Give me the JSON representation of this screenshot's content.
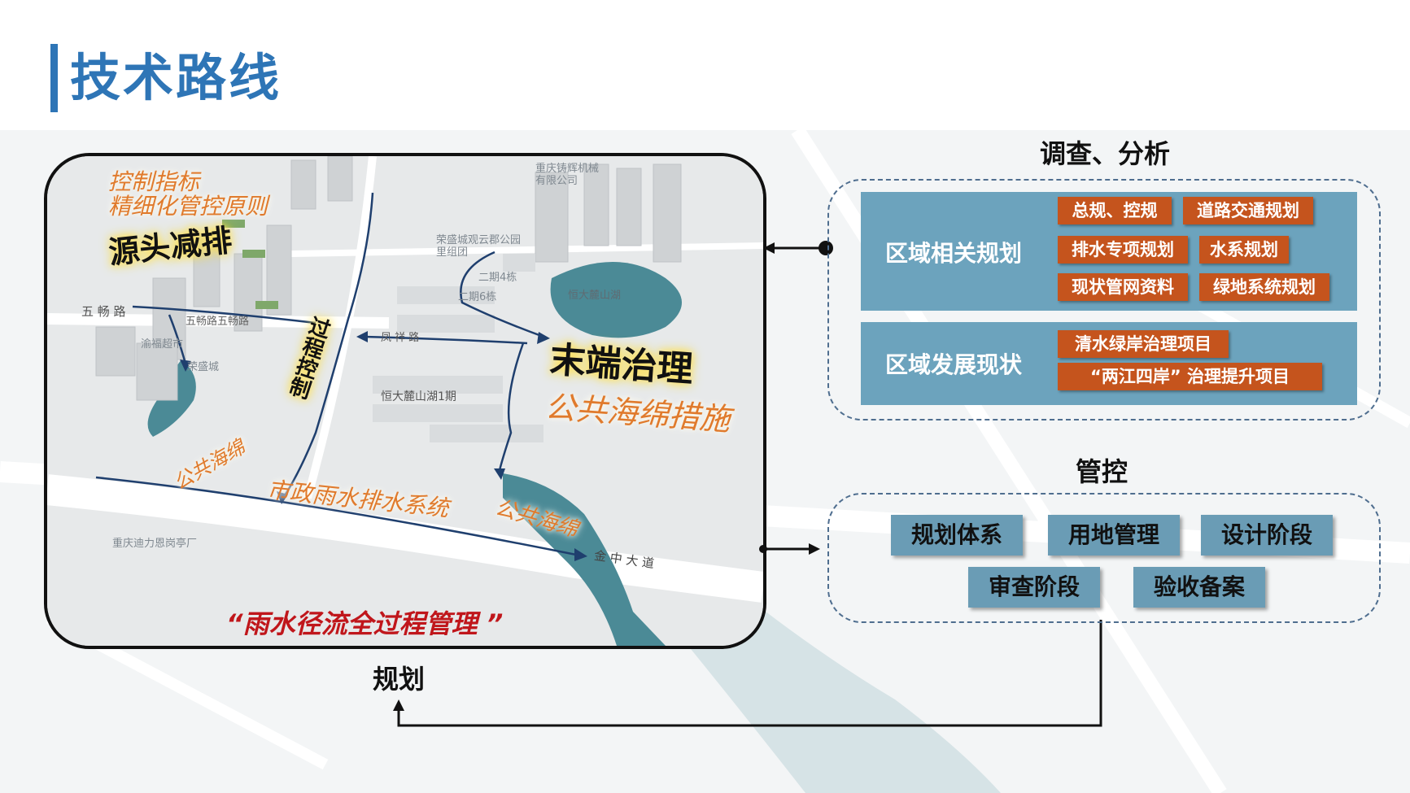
{
  "title": "技术路线",
  "map": {
    "slogan": "“雨水径流全过程管理 ”",
    "overlay": {
      "source_line1": "控制指标",
      "source_line2": "精细化管控原则",
      "source_main": "源头减排",
      "process_main": "过程控制",
      "municipal_rain": "市政雨水排水系统",
      "end_main": "末端治理",
      "end_sub": "公共海绵措施",
      "sponge_left": "公共海绵",
      "sponge_right": "公共海绵"
    },
    "labels": {
      "wuchang_road": "五 畅 路",
      "wuchang_road2": "五畅路五畅路",
      "jinzhong_ave": "金 中 大 道",
      "fengxiang_road": "凤 祥 路",
      "hengda_lake": "恒大麓山湖",
      "hengda_lake1": "恒大麓山湖1期",
      "company1": "重庆铸辉机械有限公司",
      "company2": "重庆迪力恩岗亭厂",
      "park": "荣盛城观云郡公园里组团",
      "erqi": "二期6栋",
      "erqi4": "二期4栋",
      "supermarket": "渝福超市",
      "rongsheng": "荣盛城"
    }
  },
  "bottom_label": "规划",
  "survey": {
    "title": "调查、分析",
    "row1": {
      "label": "区域相关规划",
      "tags": [
        "总规、控规",
        "道路交通规划",
        "排水专项规划",
        "水系规划",
        "现状管网资料",
        "绿地系统规划"
      ]
    },
    "row2": {
      "label": "区域发展现状",
      "tags": [
        "清水绿岸治理项目",
        "“两江四岸” 治理提升项目"
      ]
    }
  },
  "control": {
    "title": "管控",
    "tags": [
      "规划体系",
      "用地管理",
      "设计阶段",
      "审查阶段",
      "验收备案"
    ]
  },
  "colors": {
    "title_blue": "#2e75b6",
    "band": "#6ca3bd",
    "orange_tag": "#c5541d",
    "slogan_red": "#c0161b",
    "flow_blue": "#1f3f6e",
    "water": "#4b8a96"
  }
}
